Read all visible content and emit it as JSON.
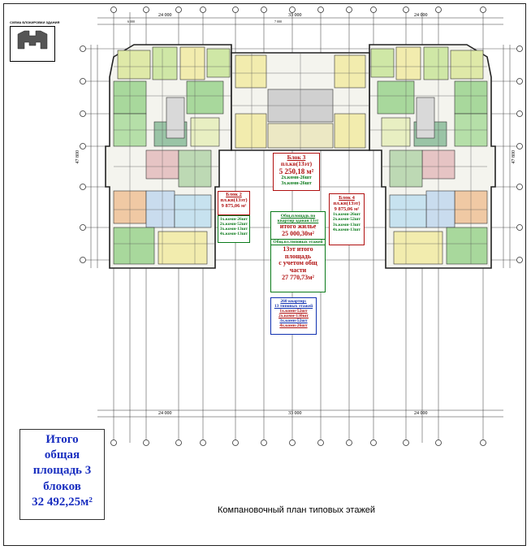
{
  "schema": {
    "title": "СХЕМА БЛОКИРОВКИ ЗДАНИЯ"
  },
  "block_3": {
    "name": "Блок 3",
    "area_label": "пл.кв(13эт)",
    "area": "5 250,18 м²",
    "apt2": "2х.комн-26шт",
    "apt3": "3х.комн-26шт"
  },
  "block_2": {
    "name": "Блок 2",
    "area_label": "пл.кв(13эт)",
    "area": "9 875,06 м²",
    "apt1": "1х.комн-26шт",
    "apt2": "2х.комн-52шт",
    "apt3": "3х.комн-13шт",
    "apt4": "4х.комн-13шт"
  },
  "block_4": {
    "name": "Блок 4",
    "area_label": "пл.кв(13эт)",
    "area": "9 875,06 м²",
    "apt1": "1х.комн-26шт",
    "apt2": "2х.комн-52шт",
    "apt3": "3х.комн-13шт",
    "apt4": "4х.комн-13шт"
  },
  "center_summary": {
    "line1": "Общ.площадь по",
    "line2": "квартир зданая 13эт",
    "line3": "итого жилье",
    "line4": "25 000,30м²",
    "line5": "Общ.пл.типовых этажей",
    "line6": "13эт итого",
    "line7": "площадь",
    "line8": "с учетом общ",
    "line9": "части",
    "line10": "27 770,73м²"
  },
  "apartments": {
    "line1": "260 квартир:",
    "line2": "13 типовых этажей",
    "line3": "1х.комн-52шт",
    "line4": "2х.комн-130шт",
    "line5": "3х.комн-52шт",
    "line6": "4х.комн-26шт"
  },
  "total": {
    "line1": "Итого",
    "line2": "общая",
    "line3": "площадь 3",
    "line4": "блоков",
    "line5": "32 492,25м²"
  },
  "dimensions": {
    "top_left": "24 000",
    "top_center": "33 000",
    "top_right": "24 000",
    "bottom_left": "24 000",
    "bottom_center": "33 000",
    "bottom_right": "24 000",
    "side_left": "47 800",
    "side_right": "47 800",
    "module_a": "6 000",
    "module_b": "7 000"
  },
  "caption": "Компановочный план типовых этажей",
  "colors": {
    "red_text": "#b01010",
    "green_text": "#0a7a1a",
    "blue_text": "#1030b0",
    "total_text": "#1a2fc0"
  }
}
